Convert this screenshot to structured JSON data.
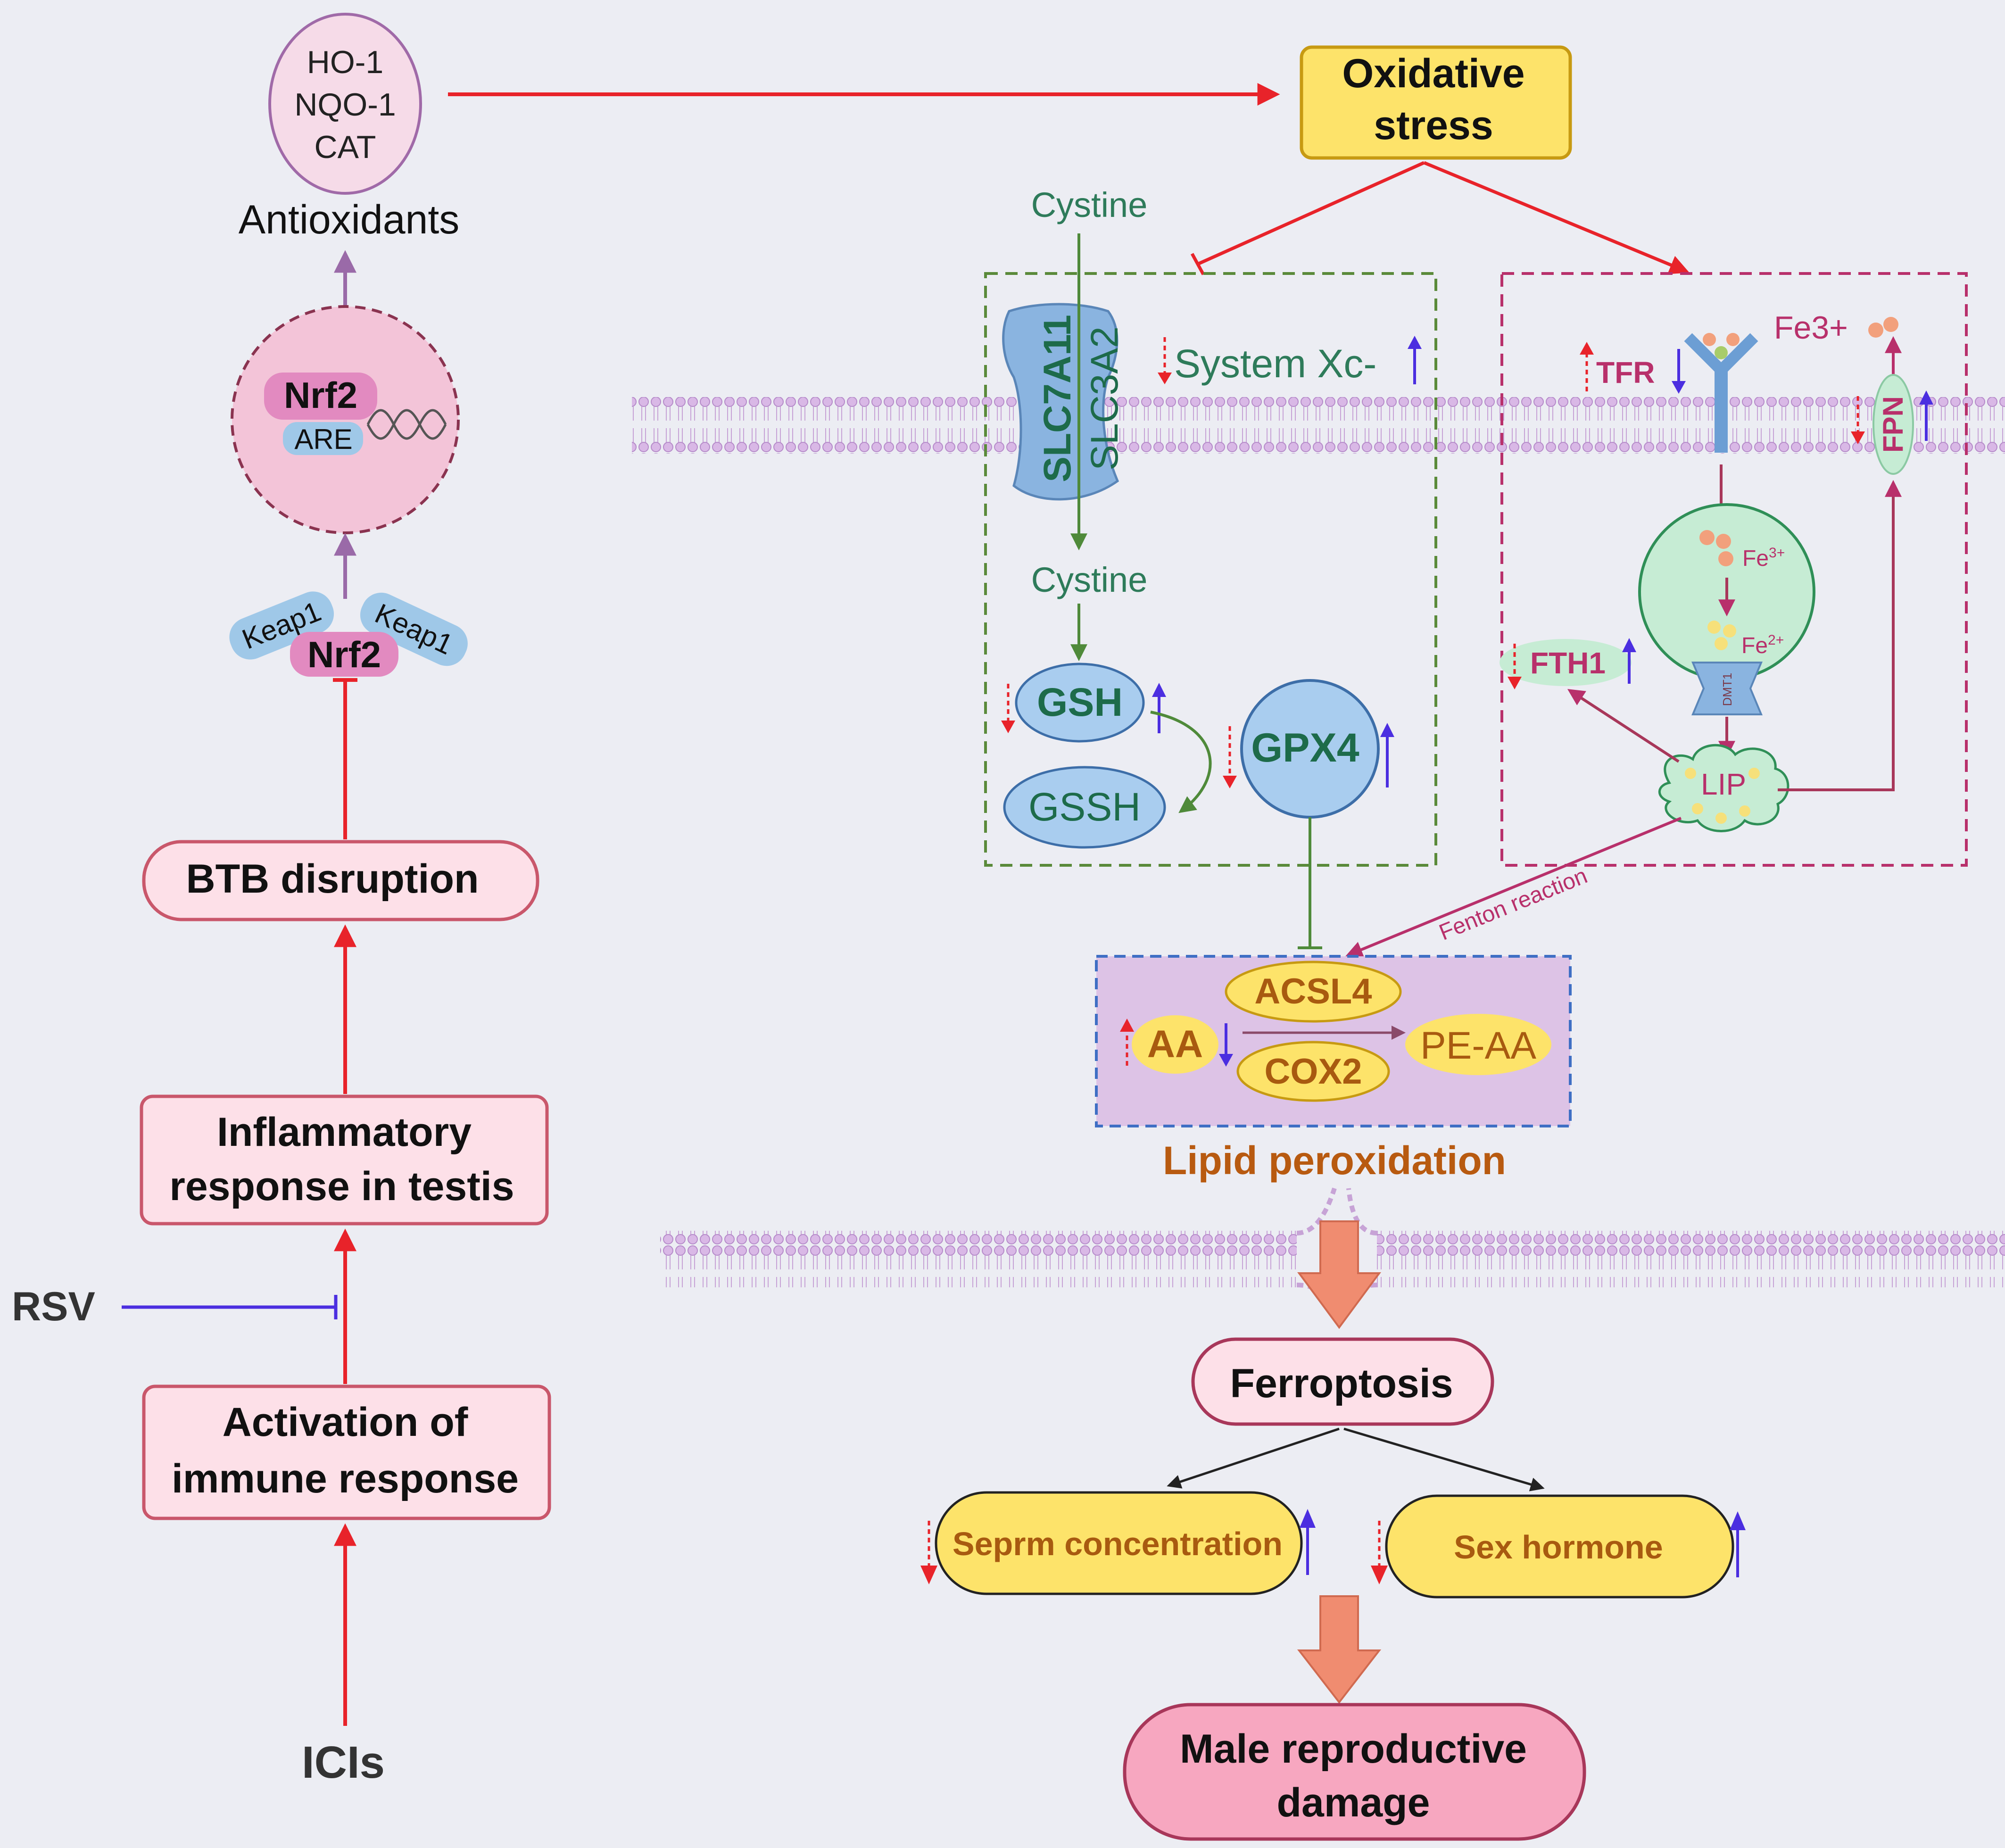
{
  "colors": {
    "background": "#ecedf3",
    "red_arrow": "#e8232a",
    "inhibit_blue": "#4b2ee0",
    "pink_box_fill": "#fde0e8",
    "pink_box_stroke": "#c9576b",
    "yellow_fill": "#fde36a",
    "yellow_stroke": "#c79a12",
    "green_pathway": "#4f8a3a",
    "green_text": "#2e7b5a",
    "magenta": "#b8306b",
    "purple_arrow": "#9a6aa8",
    "orange_text": "#b85a10",
    "membrane": "#c7a3d6",
    "lipid_box_fill": "#ddc3e6",
    "lipid_box_stroke": "#3f6fc4",
    "blue_ellipse": "#a9cdef",
    "salmon_arrow": "#f08c70"
  },
  "left_pathway": {
    "antioxidant_enzymes": [
      "HO-1",
      "NQO-1",
      "CAT"
    ],
    "antioxidants_label": "Antioxidants",
    "nucleus_nrf2": "Nrf2",
    "nucleus_are": "ARE",
    "keap1_left": "Keap1",
    "keap1_right": "Keap1",
    "cytoplasm_nrf2": "Nrf2",
    "btb": "BTB disruption",
    "inflammatory_line1": "Inflammatory",
    "inflammatory_line2": "response in testis",
    "rsv": "RSV",
    "activation_line1": "Activation of",
    "activation_line2": "immune response",
    "icis": "ICIs"
  },
  "oxidative_stress": {
    "line1": "Oxidative",
    "line2": "stress"
  },
  "system_xc": {
    "cystine_top": "Cystine",
    "cystine_bottom": "Cystine",
    "slc7a11": "SLC7A11",
    "slc3a2": "SLC3A2",
    "label": "System Xc-",
    "gsh": "GSH",
    "gssh": "GSSH",
    "gpx4": "GPX4"
  },
  "iron": {
    "tfr": "TFR",
    "fe3_outside": "Fe3+",
    "fpn": "FPN",
    "fe3_endosome": "Fe",
    "fe3_sup": "3+",
    "fe2_endosome": "Fe",
    "fe2_sup": "2+",
    "dmt1": "DMT1",
    "fth1": "FTH1",
    "lip": "LIP",
    "fenton": "Fenton reaction"
  },
  "lipid": {
    "acsl4": "ACSL4",
    "cox2": "COX2",
    "aa": "AA",
    "pe_aa": "PE-AA",
    "label": "Lipid peroxidation"
  },
  "outcomes": {
    "ferroptosis": "Ferroptosis",
    "sperm": "Seprm concentration",
    "hormone": "Sex hormone",
    "damage_line1": "Male reproductive",
    "damage_line2": "damage"
  }
}
